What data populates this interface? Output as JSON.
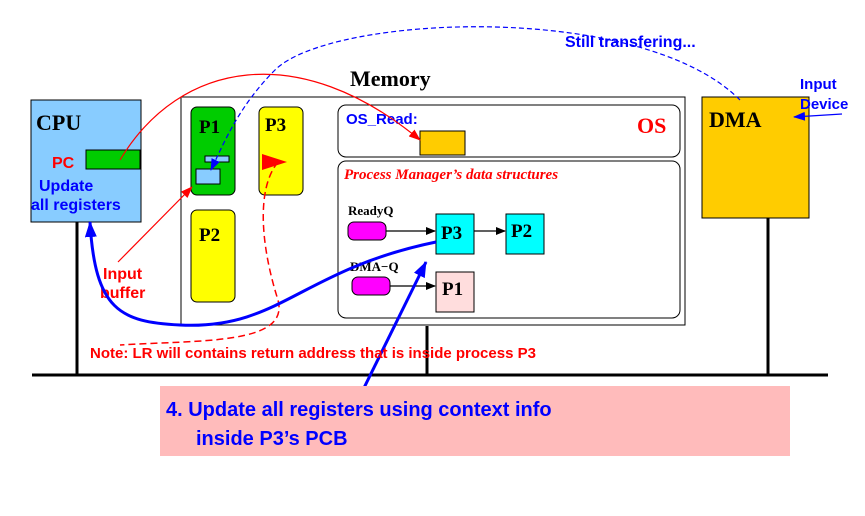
{
  "labels": {
    "memory": "Memory",
    "cpu": "CPU",
    "pc": "PC",
    "update_line1": "Update",
    "update_line2": "all registers",
    "os": "OS",
    "os_read": "OS_Read:",
    "pm_title": "Process Manager’s data structures",
    "readyq": "ReadyQ",
    "dmaq": "DMA−Q",
    "dma": "DMA",
    "input_device_line1": "Input",
    "input_device_line2": "Device",
    "still_transfering": "Still transfering...",
    "input_buffer_line1": "Input",
    "input_buffer_line2": "buffer",
    "note": "Note: LR will contains return address that is inside process P3",
    "step_line1": "4. Update all registers using context info",
    "step_line2": "inside P3’s PCB"
  },
  "processes": {
    "p1": "P1",
    "p2": "P2",
    "p3": "P3"
  },
  "queue_nodes": {
    "ready_p3": "P3",
    "ready_p2": "P2",
    "dma_p1": "P1"
  },
  "colors": {
    "cpu_fill": "#88ccff",
    "pc_register": "#00cc00",
    "process_green": "#00cc00",
    "process_yellow": "#ffff00",
    "os_read_buffer": "#ffcc00",
    "queue_head": "#ff00ff",
    "queue_cyan": "#00ffff",
    "queue_pink": "#ffdddd",
    "dma_fill": "#ffcc00",
    "step_box": "#ffbbbb",
    "red": "#ff0000",
    "blue": "#0000ff",
    "bus": "#000000"
  }
}
